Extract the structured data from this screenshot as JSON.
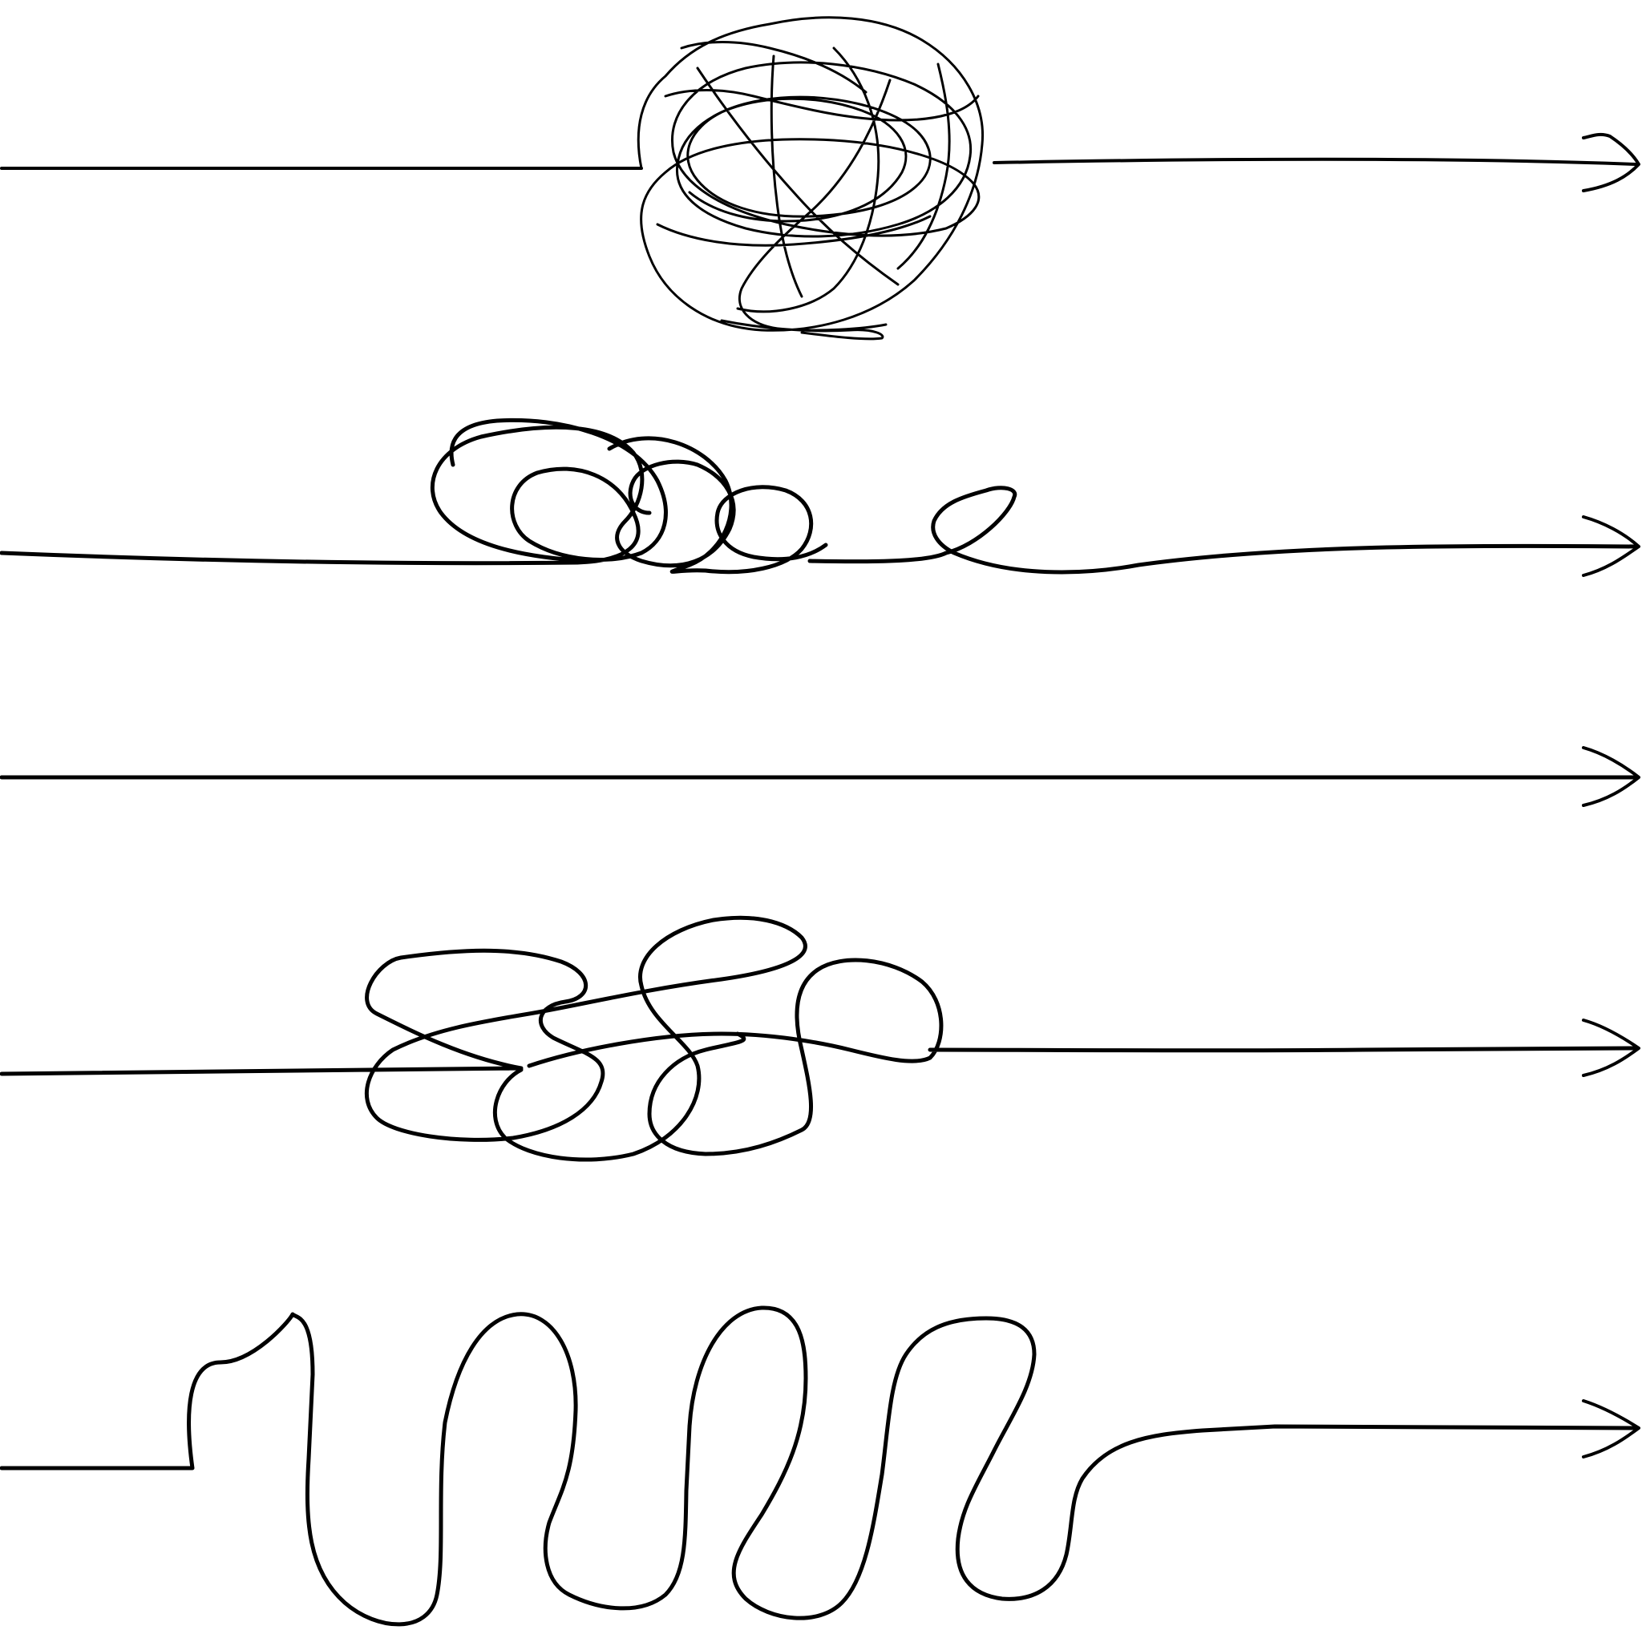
{
  "colors": {
    "background": "#ffffff",
    "line": "#000000"
  },
  "illustration": {
    "kind": "tangled-to-straight-arrows",
    "arrow_count": 5,
    "arrows": [
      {
        "id": "arrow-1",
        "shape": "dense-scribble-tangle",
        "direction": "right"
      },
      {
        "id": "arrow-2",
        "shape": "loose-loops",
        "direction": "right"
      },
      {
        "id": "arrow-3",
        "shape": "straight",
        "direction": "right"
      },
      {
        "id": "arrow-4",
        "shape": "knotted-loops",
        "direction": "right"
      },
      {
        "id": "arrow-5",
        "shape": "wave-zigzag",
        "direction": "right"
      }
    ]
  }
}
